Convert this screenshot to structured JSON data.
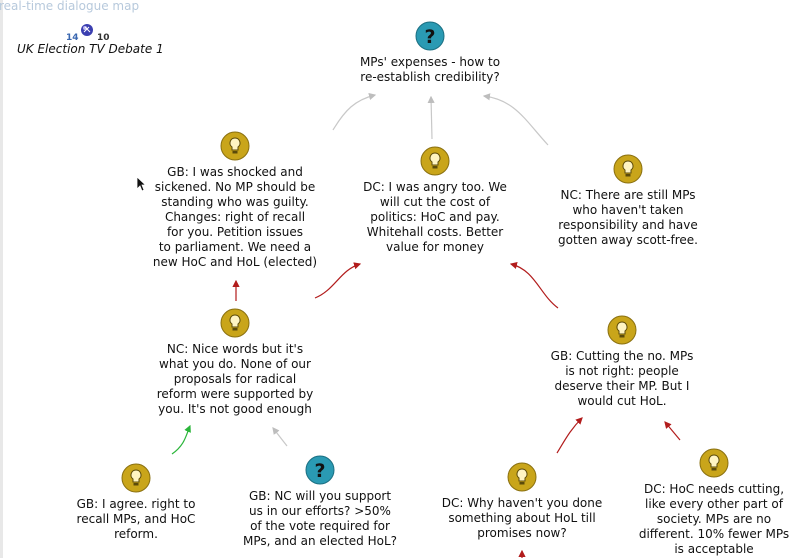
{
  "header": {
    "app_title": "real-time dialogue map",
    "count_a": "14",
    "count_b": "10",
    "map_title": "UK Election TV Debate 1"
  },
  "colors": {
    "question": "#2a9ab3",
    "idea": "#c9a51a",
    "link_neutral": "#c8c8c8",
    "link_con": "#b21c1c",
    "link_pro": "#2ab53a"
  },
  "nodes": {
    "q_root": {
      "icon": "question-icon",
      "lines": [
        "MPs' expenses - how to",
        "re-establish credibility?"
      ]
    },
    "gb_shocked": {
      "icon": "lightbulb-icon",
      "lines": [
        "GB: I was shocked and",
        "sickened. No MP should be",
        "standing who was guilty.",
        "Changes: right of recall",
        "for you. Petition issues",
        "to parliament. We need a",
        "new HoC and HoL (elected)"
      ]
    },
    "dc_angry": {
      "icon": "lightbulb-icon",
      "lines": [
        "DC: I was angry too. We",
        "will cut the cost of",
        "politics: HoC and pay.",
        "Whitehall costs. Better",
        "value for money"
      ]
    },
    "nc_still": {
      "icon": "lightbulb-icon",
      "lines": [
        "NC: There are still MPs",
        "who haven't taken",
        "responsibility and have",
        "gotten away scott-free."
      ]
    },
    "nc_nice": {
      "icon": "lightbulb-icon",
      "lines": [
        "NC: Nice words but it's",
        "what you do. None of our",
        "proposals for radical",
        "reform were supported by",
        "you. It's not good enough"
      ]
    },
    "gb_cutting": {
      "icon": "lightbulb-icon",
      "lines": [
        "GB: Cutting the no. MPs",
        "is not right: people",
        "deserve their MP. But I",
        "would cut HoL."
      ]
    },
    "gb_agree": {
      "icon": "lightbulb-icon",
      "lines": [
        "GB: I agree. right to",
        "recall MPs, and HoC",
        "reform."
      ]
    },
    "gb_support": {
      "icon": "question-icon",
      "lines": [
        "GB: NC will you support",
        "us in our efforts? >50%",
        "of the vote required for",
        "MPs, and an elected HoL?"
      ]
    },
    "dc_why": {
      "icon": "lightbulb-icon",
      "lines": [
        "DC: Why haven't you done",
        "something about HoL till",
        "promises now?"
      ]
    },
    "dc_hoc": {
      "icon": "lightbulb-icon",
      "lines": [
        "DC: HoC needs cutting,",
        "like every other part of",
        "society. MPs are no",
        "different. 10% fewer MPs",
        "is acceptable"
      ]
    }
  }
}
